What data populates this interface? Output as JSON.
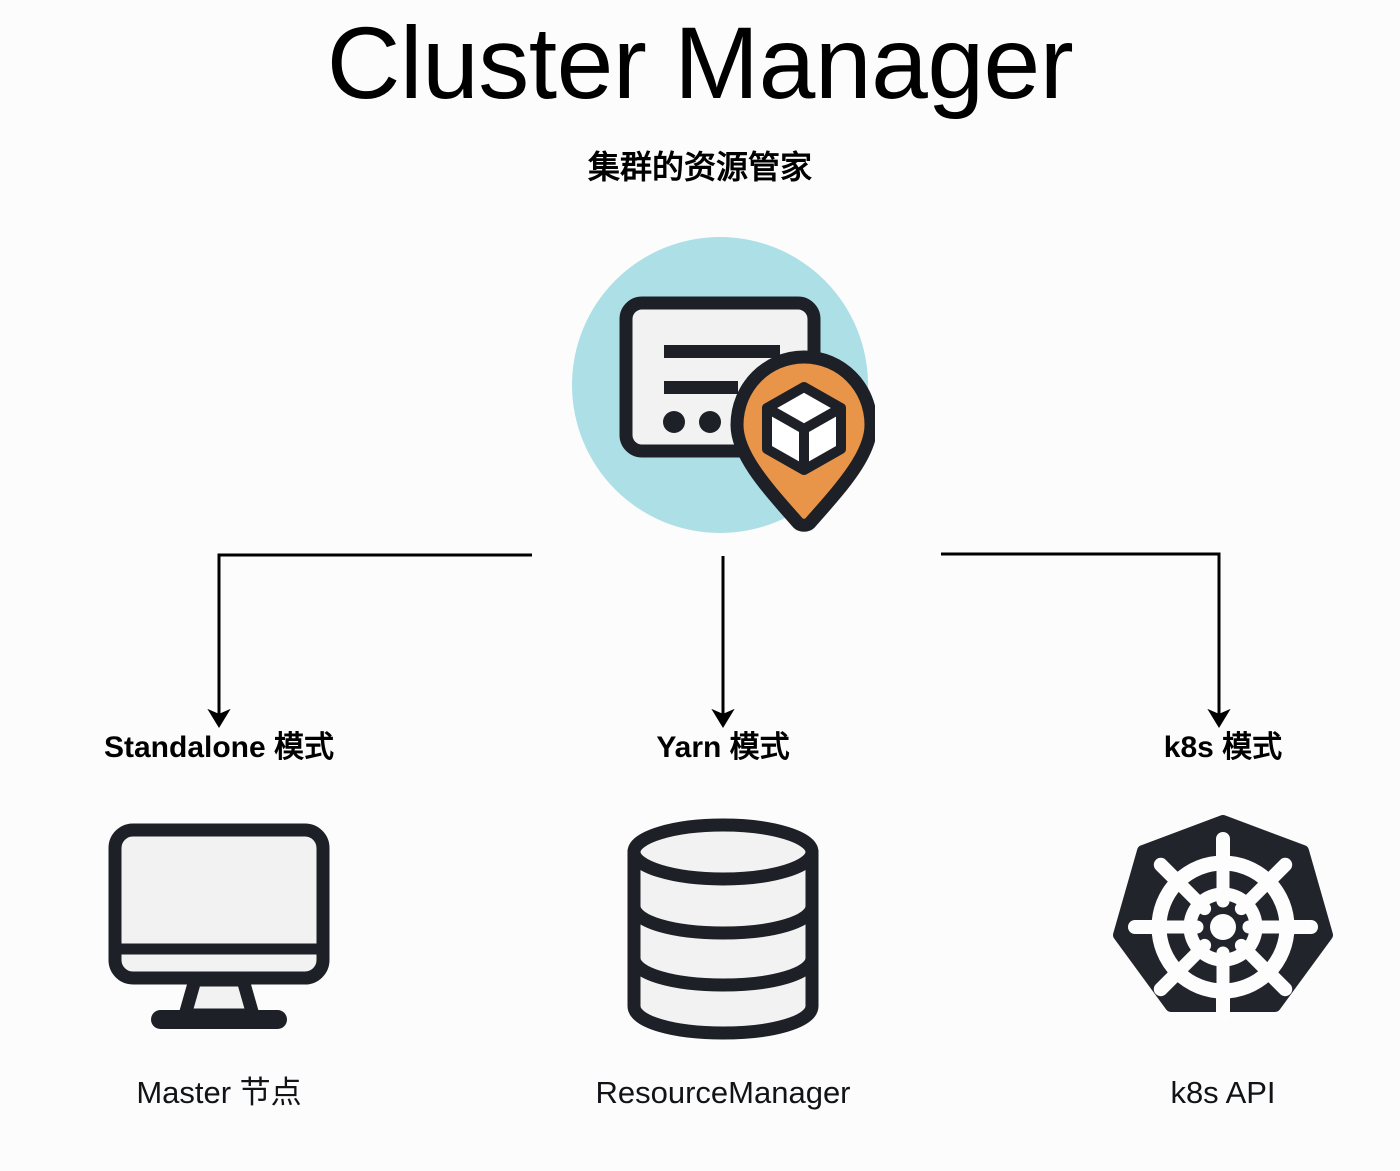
{
  "header": {
    "title": "Cluster Manager",
    "subtitle": "集群的资源管家"
  },
  "hero": {
    "icon_name": "cluster-manager-icon",
    "circle_color": "#addfe6",
    "pin_color": "#e8954a",
    "outline_color": "#1d2026",
    "card_fill": "#f2f2f2"
  },
  "branches": [
    {
      "id": "standalone",
      "label": "Standalone 模式",
      "icon": "monitor-icon",
      "caption": "Master 节点"
    },
    {
      "id": "yarn",
      "label": "Yarn 模式",
      "icon": "database-icon",
      "caption": "ResourceManager"
    },
    {
      "id": "k8s",
      "label": "k8s 模式",
      "icon": "kubernetes-icon",
      "caption": "k8s API"
    }
  ],
  "connectors": {
    "stroke_color": "#000000",
    "stroke_width": 3,
    "arrow_count": 3
  },
  "theme": {
    "background": "#fcfcfc",
    "text_color": "#101114",
    "accent_blue": "#addfe6",
    "accent_orange": "#e8954a",
    "dark": "#1d2026"
  }
}
